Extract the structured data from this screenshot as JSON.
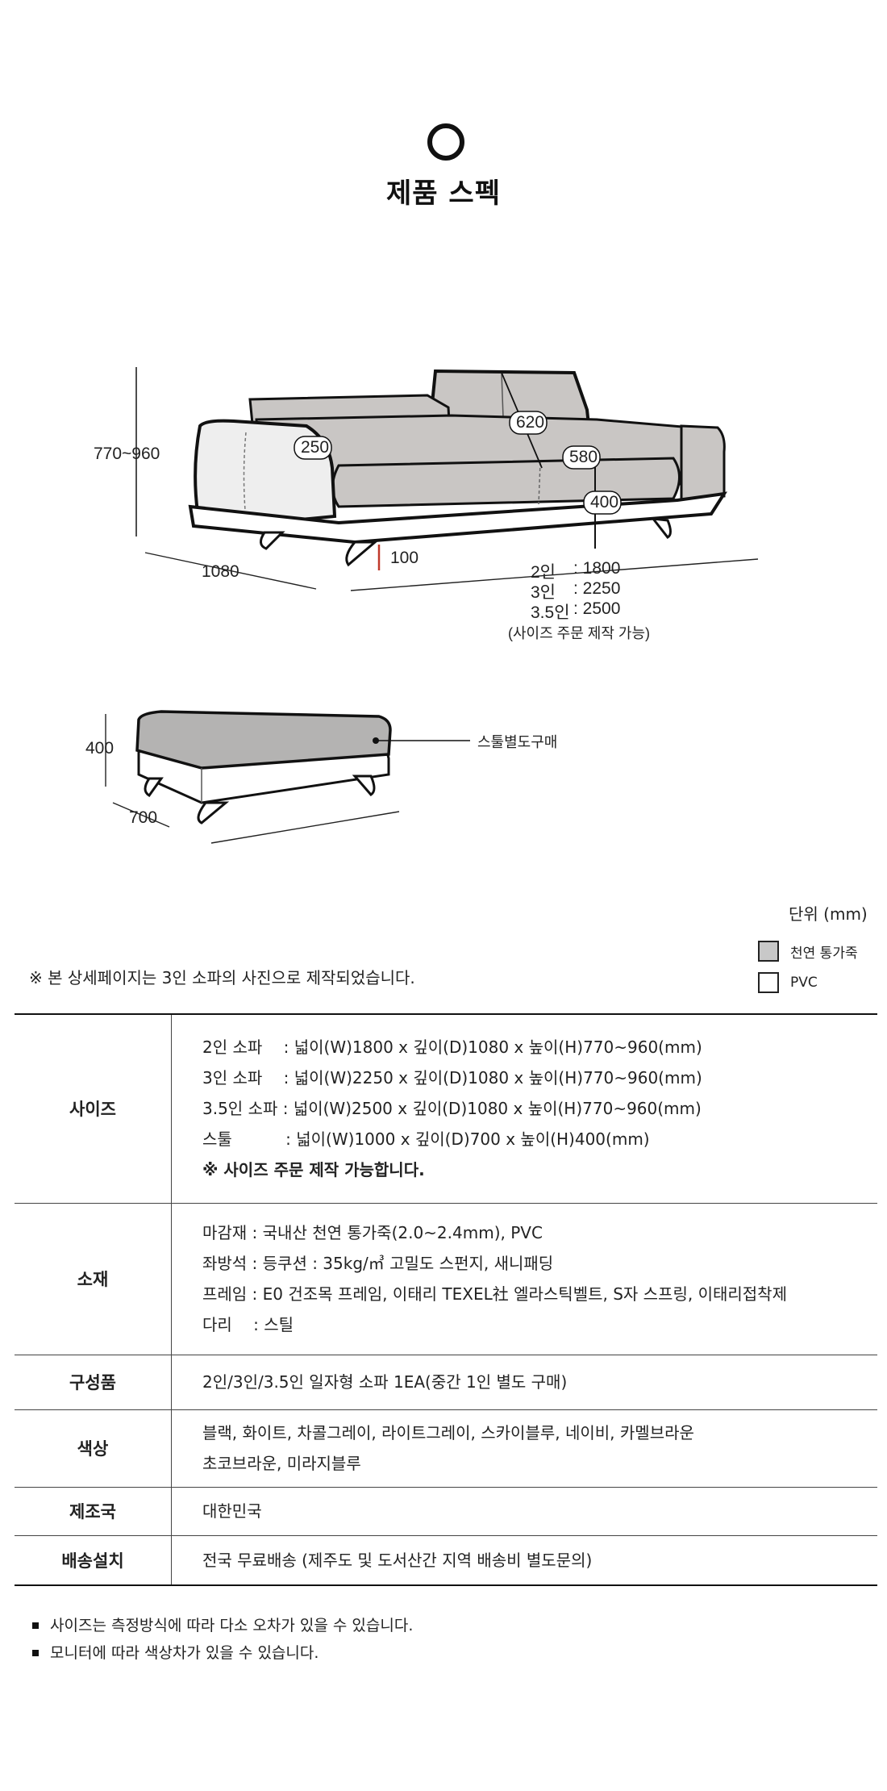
{
  "header": {
    "title": "제품 스펙"
  },
  "diagram": {
    "sofa_height": "770~960",
    "sofa_depth": "1080",
    "arm_width": "250",
    "headrest_height": "620",
    "seat_depth": "580",
    "seat_height": "400",
    "leg_height": "100",
    "widths": [
      {
        "label": "2인",
        "value": ": 1800"
      },
      {
        "label": "3인",
        "value": ": 2250"
      },
      {
        "label": "3.5인",
        "value": ": 2500"
      }
    ],
    "custom_note": "(사이즈 주문 제작 가능)",
    "stool_height": "400",
    "stool_depth": "700",
    "stool_callout": "스툴별도구매"
  },
  "legend": {
    "unit": "단위 (mm)",
    "items": [
      {
        "label": "천연 통가죽",
        "color": "#c8c8c8"
      },
      {
        "label": "PVC",
        "color": "#ffffff"
      }
    ]
  },
  "note": "※ 본 상세페이지는 3인 소파의 사진으로 제작되었습니다.",
  "spec": {
    "size": {
      "head": "사이즈",
      "lines": [
        "2인 소파 　: 넓이(W)1800 x 깊이(D)1080 x 높이(H)770~960(mm)",
        "3인 소파 　: 넓이(W)2250 x 깊이(D)1080 x 높이(H)770~960(mm)",
        "3.5인 소파 : 넓이(W)2500 x 깊이(D)1080 x 높이(H)770~960(mm)",
        "스툴 　　　: 넓이(W)1000 x 깊이(D)700 x 높이(H)400(mm)",
        "※ 사이즈 주문 제작 가능합니다."
      ]
    },
    "material": {
      "head": "소재",
      "lines": [
        "마감재 : 국내산 천연 통가죽(2.0~2.4mm), PVC",
        "좌방석 : 등쿠션 : 35kg/㎥ 고밀도 스펀지, 새니패딩",
        "프레임 : E0 건조목 프레임, 이태리 TEXEL社 엘라스틱벨트, S자 스프링, 이태리접착제",
        "다리 　: 스틸"
      ]
    },
    "components": {
      "head": "구성품",
      "lines": [
        "2인/3인/3.5인 일자형 소파 1EA(중간 1인 별도 구매)"
      ]
    },
    "colors": {
      "head": "색상",
      "lines": [
        "블랙, 화이트, 차콜그레이, 라이트그레이, 스카이블루, 네이비, 카멜브라운",
        "초코브라운, 미라지블루"
      ]
    },
    "origin": {
      "head": "제조국",
      "lines": [
        "대한민국"
      ]
    },
    "delivery": {
      "head": "배송설치",
      "lines": [
        "전국 무료배송 (제주도 및 도서산간 지역 배송비 별도문의)"
      ]
    }
  },
  "footnotes": [
    "사이즈는 측정방식에 따라 다소 오차가 있을 수 있습니다.",
    "모니터에 따라 색상차가 있을 수 있습니다."
  ]
}
